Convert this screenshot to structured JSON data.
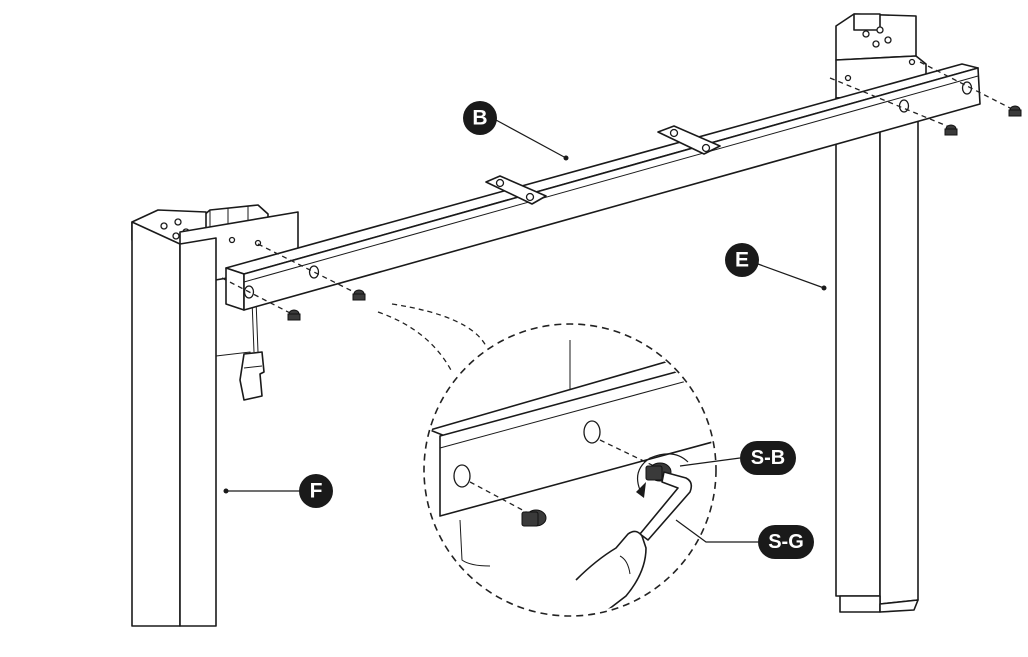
{
  "labels": {
    "beam": "B",
    "right_leg": "E",
    "left_leg": "F",
    "screw_bolt": "S-B",
    "hex_key": "S-G"
  },
  "colors": {
    "line": "#1a1a1a",
    "background": "#ffffff",
    "badge_fill": "#1a1a1a",
    "badge_text": "#ffffff"
  }
}
